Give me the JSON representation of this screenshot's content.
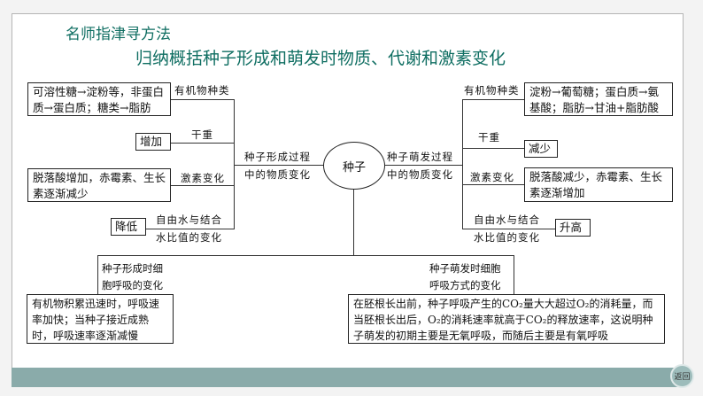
{
  "header": {
    "section": "名师指津寻方法",
    "title": "归纳概括种子形成和萌发时物质、代谢和激素变化"
  },
  "center": "种子",
  "formation": {
    "label1": "种子形成过程",
    "label2": "中的物质变化",
    "organic_label": "有机物种类",
    "organic_box": "可溶性糖→淀粉等，非蛋白质→蛋白质；糖类→脂肪",
    "weight_label": "干重",
    "weight_box": "增加",
    "hormone_label": "激素变化",
    "hormone_box": "脱落酸增加，赤霉素、生长素逐渐减少",
    "water_label1": "自由水与结合",
    "water_label2": "水比值的变化",
    "water_box": "降低",
    "resp_label1": "种子形成时细",
    "resp_label2": "胞呼吸的变化",
    "resp_box": "有机物积累迅速时，呼吸速率加快；当种子接近成熟时，呼吸速率逐渐减慢"
  },
  "germination": {
    "label1": "种子萌发过程",
    "label2": "中的物质变化",
    "organic_label": "有机物种类",
    "organic_box": "淀粉→葡萄糖；蛋白质→氨基酸；脂肪→甘油+脂肪酸",
    "weight_label": "干重",
    "weight_box": "减少",
    "hormone_label": "激素变化",
    "hormone_box": "脱落酸减少，赤霉素、生长素逐渐增加",
    "water_label1": "自由水与结合",
    "water_label2": "水比值的变化",
    "water_box": "升高",
    "resp_label1": "种子萌发时细胞",
    "resp_label2": "呼吸方式的变化",
    "resp_box": "在胚根长出前，种子呼吸产生的CO₂量大大超过O₂的消耗量，而当胚根长出后，O₂的消耗速率就高于CO₂的释放速率，这说明种子萌发的初期主要是无氧呼吸，而随后主要是有氧呼吸"
  },
  "nav": {
    "return_label": "返回"
  }
}
